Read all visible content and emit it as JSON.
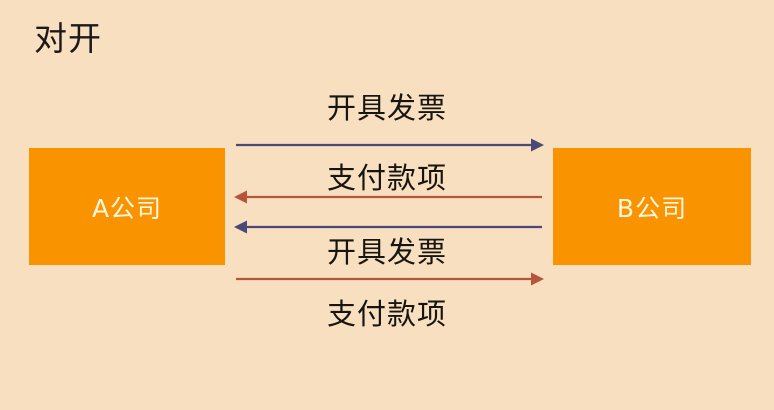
{
  "diagram": {
    "title": "对开",
    "background_color": "#f7dfc0",
    "box_color": "#fa9300",
    "box_text_color": "#fff7e0",
    "arrow_blue_color": "#4b4878",
    "arrow_red_color": "#b5563a",
    "nodes": [
      {
        "id": "company-a",
        "label": "A公司",
        "side": "left"
      },
      {
        "id": "company-b",
        "label": "B公司",
        "side": "right"
      }
    ],
    "flows": [
      {
        "id": "flow-1",
        "label": "开具发票",
        "direction": "right",
        "color": "#4b4878",
        "from": "A公司",
        "to": "B公司"
      },
      {
        "id": "flow-2",
        "label": "支付款项",
        "direction": "left",
        "color": "#b5563a",
        "from": "B公司",
        "to": "A公司"
      },
      {
        "id": "flow-3",
        "label": "开具发票",
        "direction": "left",
        "color": "#4b4878",
        "from": "B公司",
        "to": "A公司"
      },
      {
        "id": "flow-4",
        "label": "支付款项",
        "direction": "right",
        "color": "#b5563a",
        "from": "A公司",
        "to": "B公司"
      }
    ]
  }
}
